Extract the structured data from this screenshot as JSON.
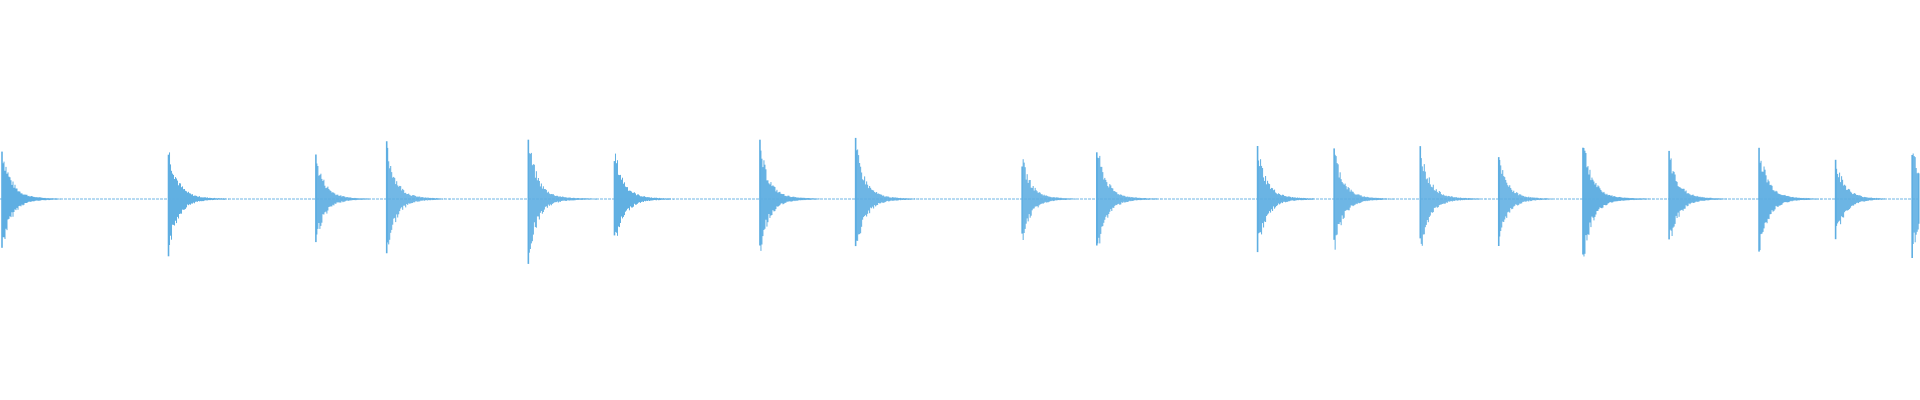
{
  "waveform": {
    "color": "#5eaee2",
    "background": "#ffffff",
    "transients": [
      {
        "t": 0.0,
        "up": 0.56,
        "down": 0.56
      },
      {
        "t": 0.087,
        "up": 0.56,
        "down": 0.57
      },
      {
        "t": 0.164,
        "up": 0.46,
        "down": 0.46
      },
      {
        "t": 0.201,
        "up": 0.58,
        "down": 0.59
      },
      {
        "t": 0.275,
        "up": 0.64,
        "down": 0.66
      },
      {
        "t": 0.32,
        "up": 0.53,
        "down": 0.54
      },
      {
        "t": 0.396,
        "up": 0.58,
        "down": 0.58
      },
      {
        "t": 0.446,
        "up": 0.6,
        "down": 0.62
      },
      {
        "t": 0.533,
        "up": 0.44,
        "down": 0.45
      },
      {
        "t": 0.572,
        "up": 0.58,
        "down": 0.61
      },
      {
        "t": 0.656,
        "up": 0.56,
        "down": 0.57
      },
      {
        "t": 0.696,
        "up": 0.55,
        "down": 0.55
      },
      {
        "t": 0.741,
        "up": 0.56,
        "down": 0.58
      },
      {
        "t": 0.782,
        "up": 0.44,
        "down": 0.46
      },
      {
        "t": 0.826,
        "up": 0.66,
        "down": 0.67
      },
      {
        "t": 0.871,
        "up": 0.5,
        "down": 0.51
      },
      {
        "t": 0.918,
        "up": 0.56,
        "down": 0.58
      },
      {
        "t": 0.958,
        "up": 0.43,
        "down": 0.44
      },
      {
        "t": 0.998,
        "up": 0.6,
        "down": 0.6
      }
    ]
  }
}
